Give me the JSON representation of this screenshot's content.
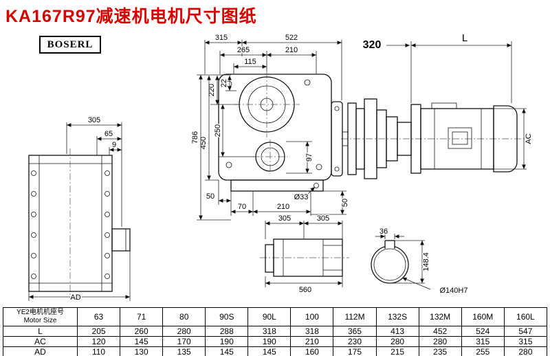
{
  "title": "KA167R97减速机电机尺寸图纸",
  "brand": "BOSERL",
  "colors": {
    "title_red": "#d40000",
    "line": "#111111"
  },
  "dims": {
    "left305": "305",
    "left65": "65",
    "left9": "9",
    "leftAD": "AD",
    "main315": "315",
    "main522": "522",
    "main265": "265",
    "main210top": "210",
    "main115": "115",
    "main22": "22",
    "main220": "220",
    "main250": "250",
    "main450": "450",
    "main786": "786",
    "main97": "97",
    "main50left": "50",
    "main70": "70",
    "main210bottom": "210",
    "mainD33": "Ø33",
    "main50right": "50",
    "motor320": "320",
    "motorL": "L",
    "motorAC": "AC",
    "shaft305a": "305",
    "shaft305b": "305",
    "shaft560": "560",
    "bore36": "36",
    "bore1484": "148.4",
    "boreD140": "Ø140H7"
  },
  "table": {
    "header_cn": "YE2电机机座号",
    "header_en": "Motor Size",
    "columns": [
      "63",
      "71",
      "80",
      "90S",
      "90L",
      "100",
      "112M",
      "132S",
      "132M",
      "160M",
      "160L"
    ],
    "rows": [
      {
        "label": "L",
        "values": [
          "205",
          "260",
          "280",
          "288",
          "318",
          "318",
          "365",
          "413",
          "452",
          "524",
          "547"
        ]
      },
      {
        "label": "AC",
        "values": [
          "120",
          "145",
          "170",
          "190",
          "190",
          "210",
          "230",
          "280",
          "280",
          "315",
          "315"
        ]
      },
      {
        "label": "AD",
        "values": [
          "110",
          "130",
          "135",
          "145",
          "145",
          "160",
          "175",
          "215",
          "235",
          "255",
          "280"
        ]
      }
    ]
  }
}
